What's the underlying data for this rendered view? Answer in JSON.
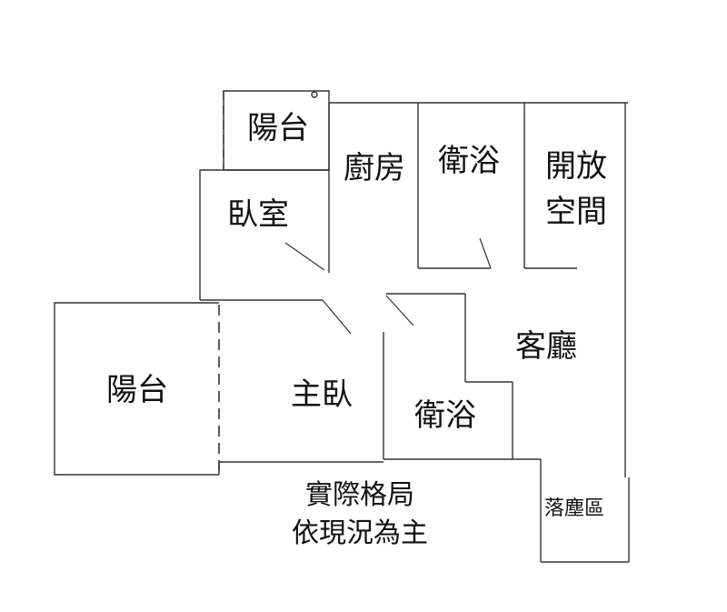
{
  "rooms": {
    "balcony_top": "陽台",
    "kitchen": "廚房",
    "bathroom_top": "衛浴",
    "open_space_line1": "開放",
    "open_space_line2": "空間",
    "bedroom": "臥室",
    "balcony_left": "陽台",
    "master_bedroom": "主臥",
    "living_room": "客廳",
    "bathroom_bottom": "衛浴",
    "dust_area": "落塵區"
  },
  "note": {
    "line1": "實際格局",
    "line2": "依現況為主"
  }
}
